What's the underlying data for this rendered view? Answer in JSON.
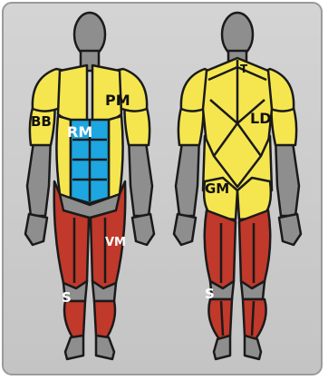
{
  "labels": {
    "pm": "PM",
    "bb": "BB",
    "rm": "RM",
    "vm": "VM",
    "s_front": "S",
    "t": "T",
    "ld": "LD",
    "gm": "GM",
    "s_back": "S"
  },
  "colors": {
    "panel": "#c9c9c9",
    "panel_border": "#9a9a9a",
    "skin": "#8e8e8e",
    "outline": "#1a1a1a",
    "upper_muscle": "#f5e650",
    "abs": "#1da6e0",
    "leg_muscle": "#c0392b",
    "label_dark": "#111111",
    "label_light": "#ffffff"
  }
}
